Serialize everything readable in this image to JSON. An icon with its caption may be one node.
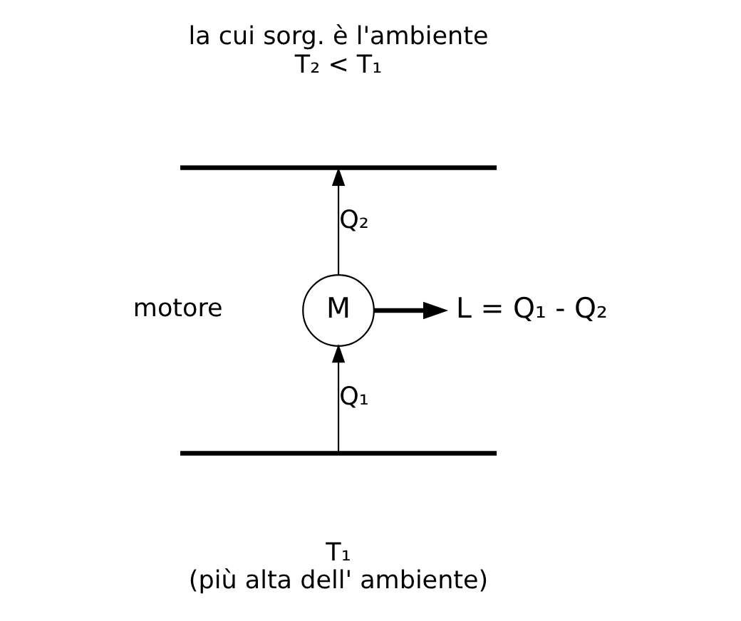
{
  "diagram": {
    "nodes": [
      {
        "text": [],
        "shape": "bar",
        "beside": [
          "la cui sorg. è l'ambiente",
          "T₂ < T₁"
        ]
      },
      {
        "text": [
          "M"
        ],
        "beside": [
          "motore"
        ]
      },
      {
        "text": [
          "L = Q₁ - Q₂"
        ]
      },
      {
        "text": [],
        "shape": "bar",
        "beside": [
          "T₁",
          "(più alta dell' ambiente)"
        ]
      }
    ],
    "edges": [
      {
        "from": 3,
        "to": 1,
        "arrow": "to",
        "label": "Q₁"
      },
      {
        "from": 1,
        "to": 0,
        "arrow": "to",
        "label": "Q₂"
      },
      {
        "from": 1,
        "to": 2,
        "arrow": "to",
        "style": "thick"
      }
    ]
  }
}
